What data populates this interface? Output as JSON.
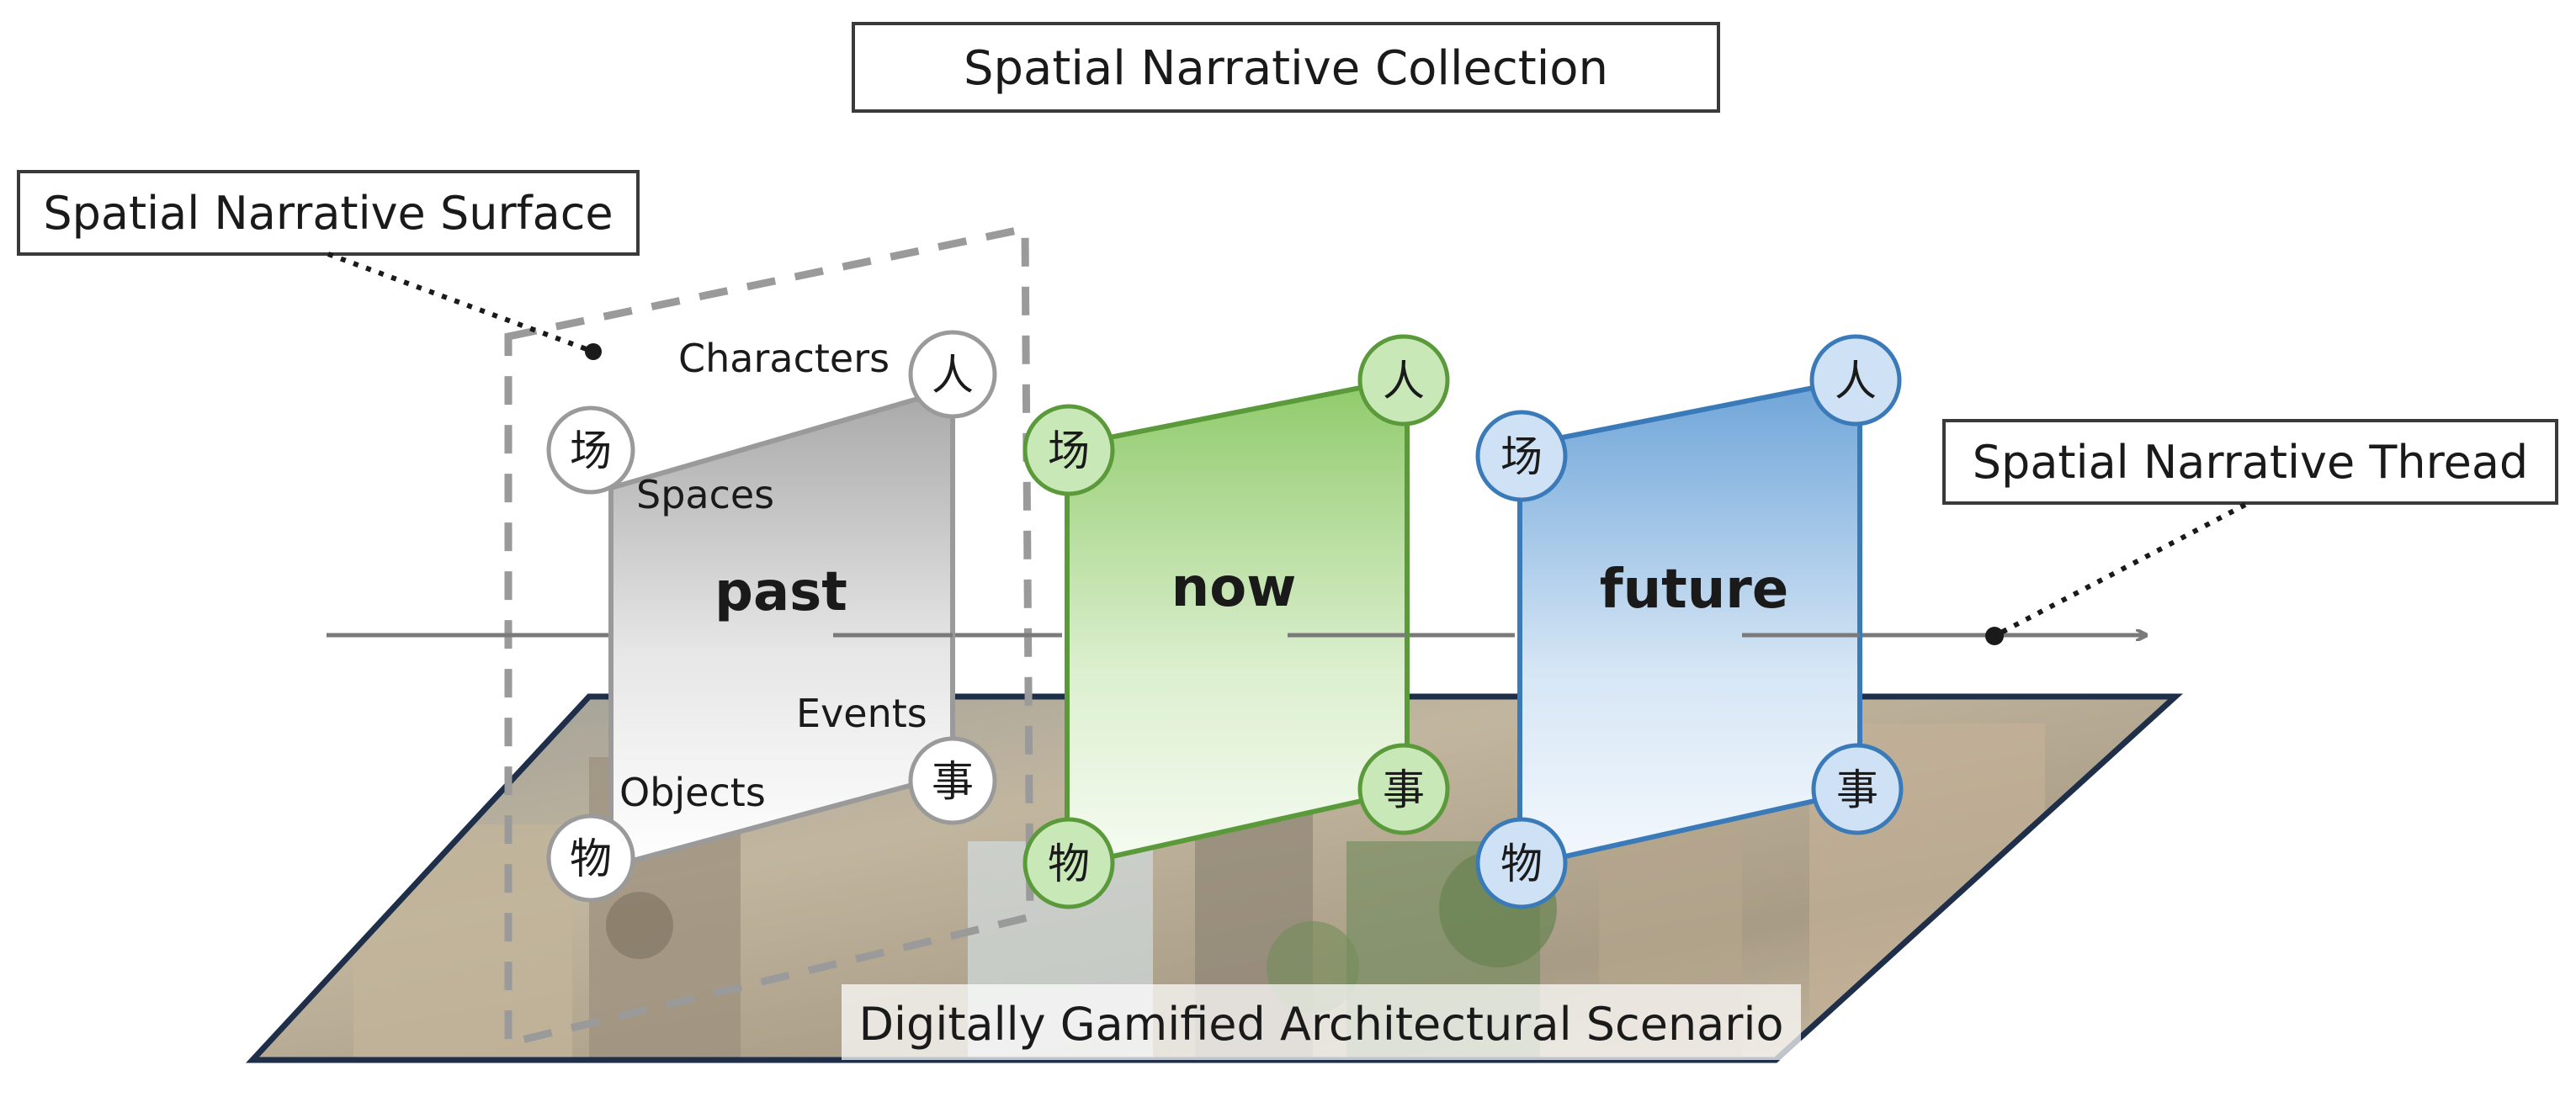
{
  "collection_label": "Spatial Narrative Collection",
  "surface_label": "Spatial Narrative Surface",
  "thread_label": "Spatial Narrative Thread",
  "scenario_label": "Digitally Gamified Architectural Scenario",
  "element_labels": {
    "characters": "Characters",
    "spaces": "Spaces",
    "events": "Events",
    "objects": "Objects"
  },
  "panels": [
    {
      "title": "past",
      "color": "#9a9a9a",
      "glyphs": {
        "top_right": "人",
        "top_left": "场",
        "bottom_right": "事",
        "bottom_left": "物"
      }
    },
    {
      "title": "now",
      "color": "#5a9a3a",
      "glyphs": {
        "top_right": "人",
        "top_left": "场",
        "bottom_right": "事",
        "bottom_left": "物"
      }
    },
    {
      "title": "future",
      "color": "#3a7ab8",
      "glyphs": {
        "top_right": "人",
        "top_left": "场",
        "bottom_right": "事",
        "bottom_left": "物"
      }
    }
  ]
}
